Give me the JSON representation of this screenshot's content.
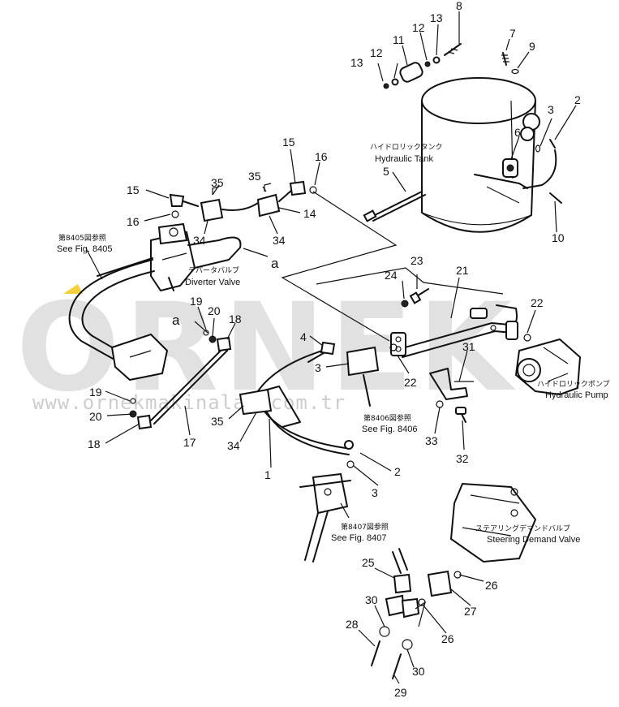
{
  "watermark": {
    "brand": "ORNEK",
    "url": "www.ornekmakinalar.com.tr"
  },
  "annotations": {
    "hydraulic_tank_jp": "ハイドロリックタンク",
    "hydraulic_tank_en": "Hydraulic Tank",
    "diverter_valve_jp": "デバータバルブ",
    "diverter_valve_en": "Diverter Valve",
    "hydraulic_pump_jp": "ハイドロリックポンプ",
    "hydraulic_pump_en": "Hydraulic Pump",
    "steering_demand_valve_jp": "ステアリングデマンドバルブ",
    "steering_demand_valve_en": "Steering Demand Valve",
    "see_8405_jp": "第8405図参照",
    "see_8405_en": "See Fig. 8405",
    "see_8406_jp": "第8406図参照",
    "see_8406_en": "See Fig. 8406",
    "see_8407_jp": "第8407図参照",
    "see_8407_en": "See Fig. 8407",
    "ref_a": "a"
  },
  "callouts": {
    "c8": "8",
    "c13a": "13",
    "c12a": "12",
    "c11": "11",
    "c13b": "13",
    "c12b": "12",
    "c7": "7",
    "c9": "9",
    "c3a": "3",
    "c2a": "2",
    "c6": "6",
    "c10": "10",
    "c15a": "15",
    "c16a": "16",
    "c5": "5",
    "c35a": "35",
    "c35b": "35",
    "c15b": "15",
    "c14": "14",
    "c16b": "16",
    "c34a": "34",
    "c34b": "34",
    "c24": "24",
    "c23": "23",
    "c21": "21",
    "c22a": "22",
    "c22b": "22",
    "c19a": "19",
    "c20a": "20",
    "c18a": "18",
    "c4": "4",
    "c3b": "3",
    "c31": "31",
    "c19b": "19",
    "c20b": "20",
    "c18b": "18",
    "c17": "17",
    "c35c": "35",
    "c34c": "34",
    "c1": "1",
    "c33": "33",
    "c32": "32",
    "c2b": "2",
    "c3c": "3",
    "c25": "25",
    "c26a": "26",
    "c26b": "26",
    "c27": "27",
    "c30a": "30",
    "c30b": "30",
    "c28": "28",
    "c29": "29"
  }
}
